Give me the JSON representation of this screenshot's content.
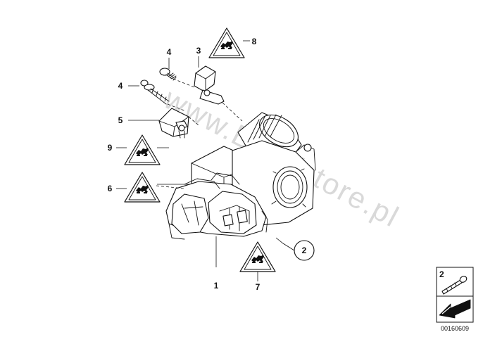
{
  "watermark": "www.BMWstore.pl",
  "doc_id": "00160609",
  "callouts": {
    "c1": "1",
    "c2": "2",
    "c3": "3",
    "c4a": "4",
    "c4b": "4",
    "c5": "5",
    "c6": "6",
    "c7": "7",
    "c8": "8",
    "c9": "9"
  },
  "legend": {
    "bolt_label": "2"
  },
  "icons": {
    "warning": "torque-warning-icon",
    "arrow": "direction-arrow-icon"
  }
}
